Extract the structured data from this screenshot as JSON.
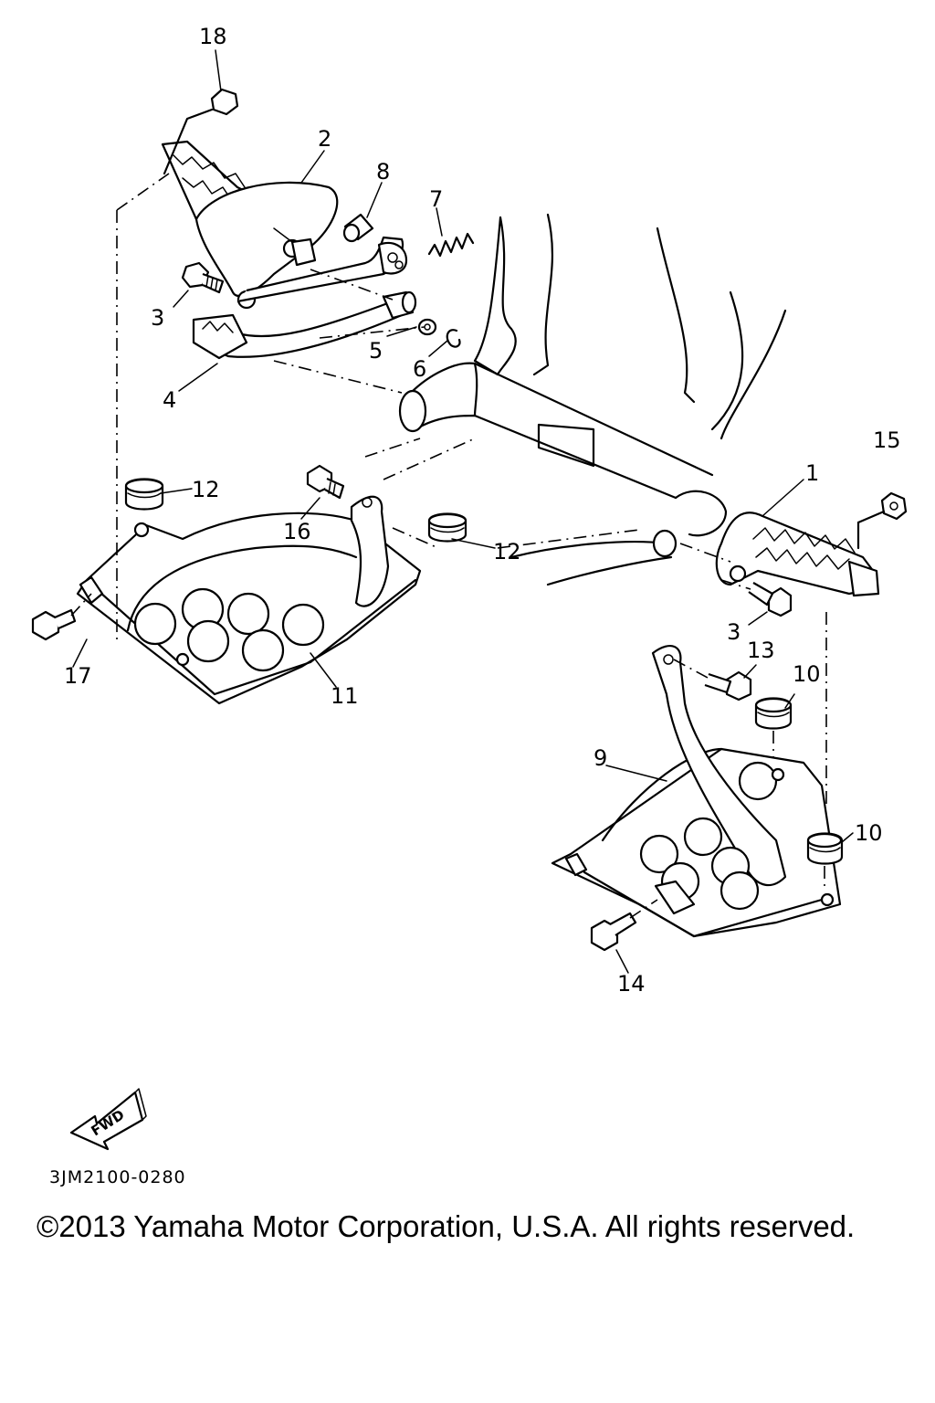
{
  "diagram": {
    "callouts": {
      "c1": "1",
      "c2": "2",
      "c3a": "3",
      "c3b": "3",
      "c4": "4",
      "c5": "5",
      "c6": "6",
      "c7": "7",
      "c8": "8",
      "c9": "9",
      "c10a": "10",
      "c10b": "10",
      "c11": "11",
      "c12a": "12",
      "c12b": "12",
      "c13": "13",
      "c14": "14",
      "c15": "15",
      "c16": "16",
      "c17": "17",
      "c18": "18"
    },
    "fwd_label": "FWD",
    "diagram_code": "3JM2100-0280",
    "copyright": "©2013 Yamaha Motor Corporation, U.S.A. All rights reserved."
  }
}
